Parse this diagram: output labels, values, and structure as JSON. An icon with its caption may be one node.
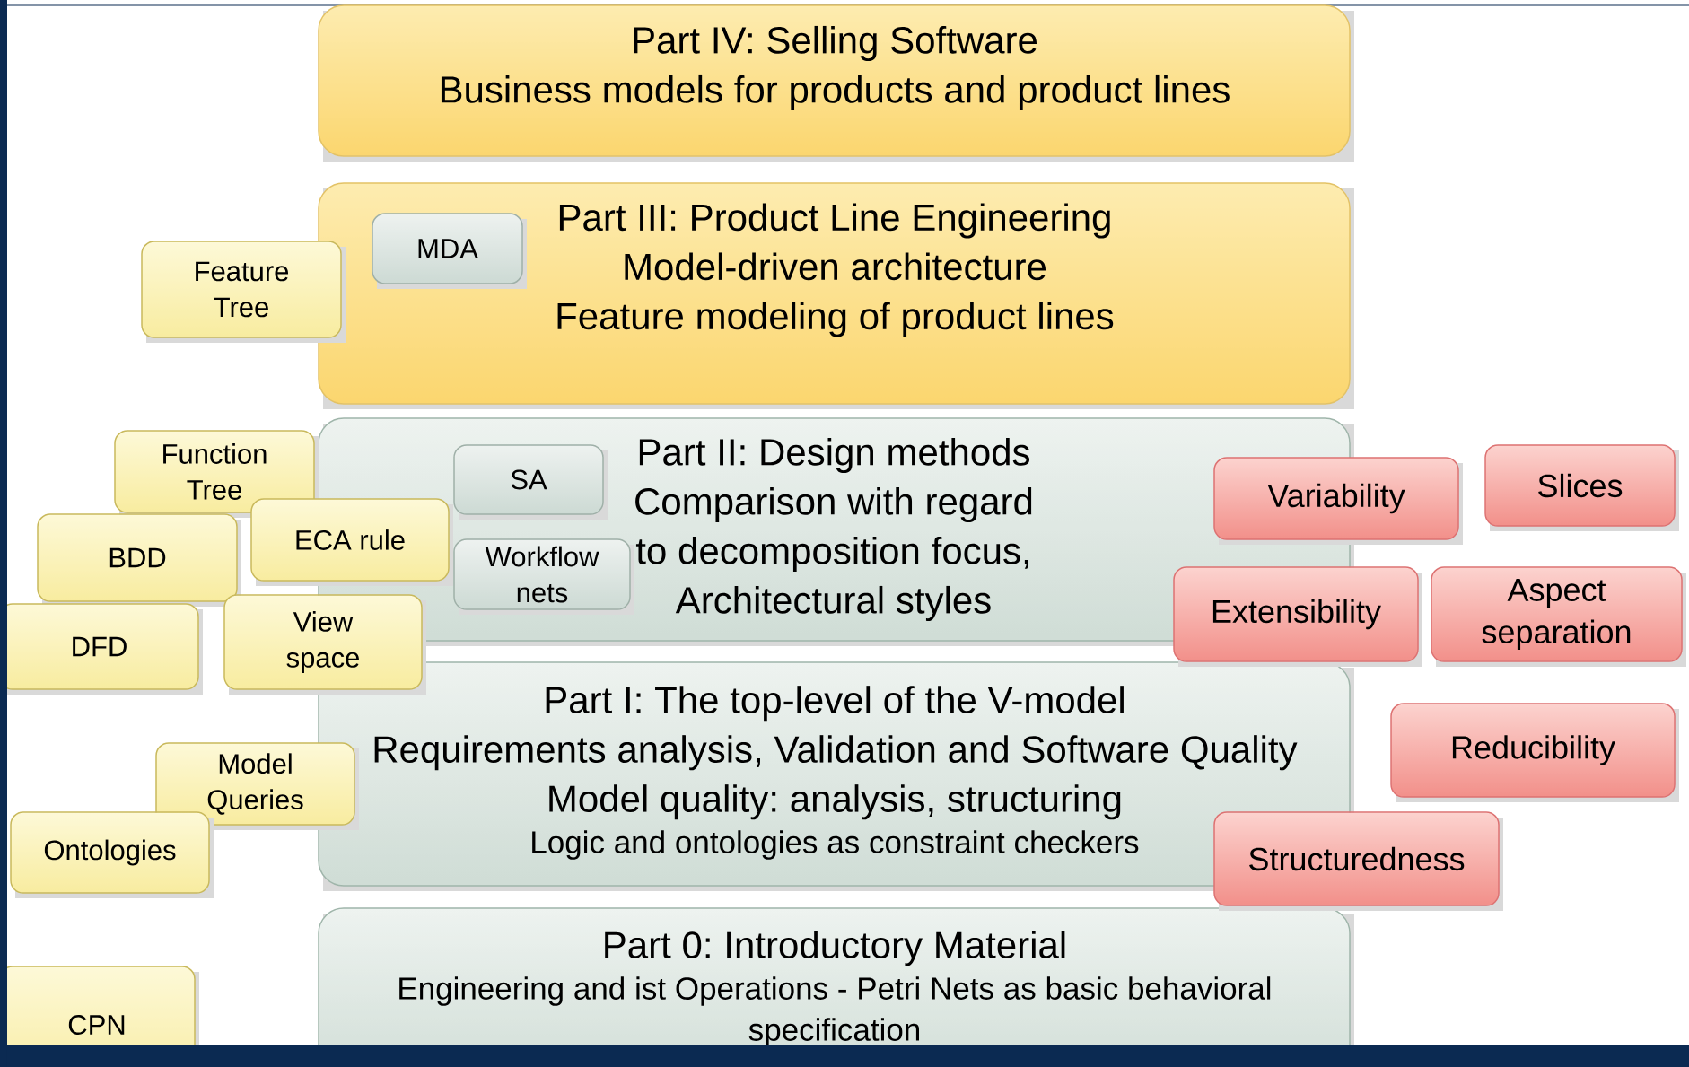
{
  "diagram": {
    "nodes": [
      {
        "text": [
          "Part IV: Selling Software",
          "Business models for products and product lines"
        ]
      },
      {
        "text": [
          "Part III:  Product Line Engineering",
          "Model-driven architecture",
          "Feature modeling of product lines"
        ]
      },
      {
        "text": [
          "MDA"
        ],
        "in": 1
      },
      {
        "text": [
          "Feature Tree"
        ]
      },
      {
        "text": [
          "Part II: Design methods",
          "Comparison with regard to decomposition focus, Architectural styles"
        ]
      },
      {
        "text": [
          "SA"
        ],
        "in": 4
      },
      {
        "text": [
          "Workflow nets"
        ],
        "in": 4
      },
      {
        "text": [
          "Function Tree"
        ]
      },
      {
        "text": [
          "ECA rule"
        ]
      },
      {
        "text": [
          "BDD"
        ]
      },
      {
        "text": [
          "DFD"
        ]
      },
      {
        "text": [
          "View space"
        ]
      },
      {
        "text": [
          "Variability"
        ]
      },
      {
        "text": [
          "Slices"
        ]
      },
      {
        "text": [
          "Extensibility"
        ]
      },
      {
        "text": [
          "Aspect separation"
        ]
      },
      {
        "text": [
          "Part I:  The top-level of the V-model",
          "Requirements analysis, Validation and Software Quality",
          "Model quality: analysis, structuring",
          "Logic and ontologies as constraint checkers"
        ]
      },
      {
        "text": [
          "Model Queries"
        ]
      },
      {
        "text": [
          "Ontologies"
        ]
      },
      {
        "text": [
          "Reducibility"
        ]
      },
      {
        "text": [
          "Structuredness"
        ]
      },
      {
        "text": [
          "Part 0: Introductory Material",
          "Engineering and ist Operations - Petri Nets as basic behavioral specification"
        ]
      },
      {
        "text": [
          "CPN"
        ]
      }
    ],
    "edges": []
  }
}
